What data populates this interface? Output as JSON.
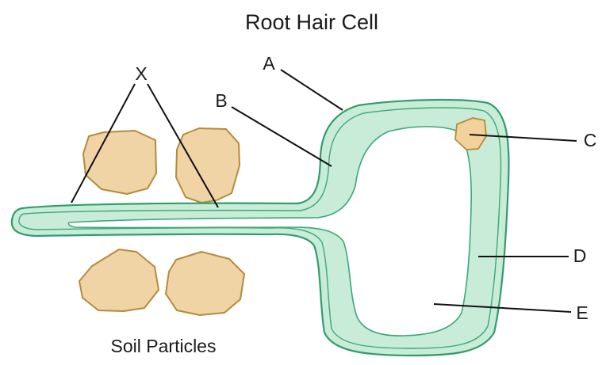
{
  "title": "Root Hair Cell",
  "caption": "Soil Particles",
  "labels": {
    "a": "A",
    "b": "B",
    "c": "C",
    "d": "D",
    "e": "E",
    "x": "X"
  },
  "colors": {
    "cytoplasm": "#c9ecd9",
    "cell_wall": "#2f9e6a",
    "vacuole": "#ffffff",
    "soil_particle": "#f0d4a6",
    "soil_outline": "#b58a3c",
    "nucleus": "#f2d29b",
    "text": "#1a1a1a"
  }
}
